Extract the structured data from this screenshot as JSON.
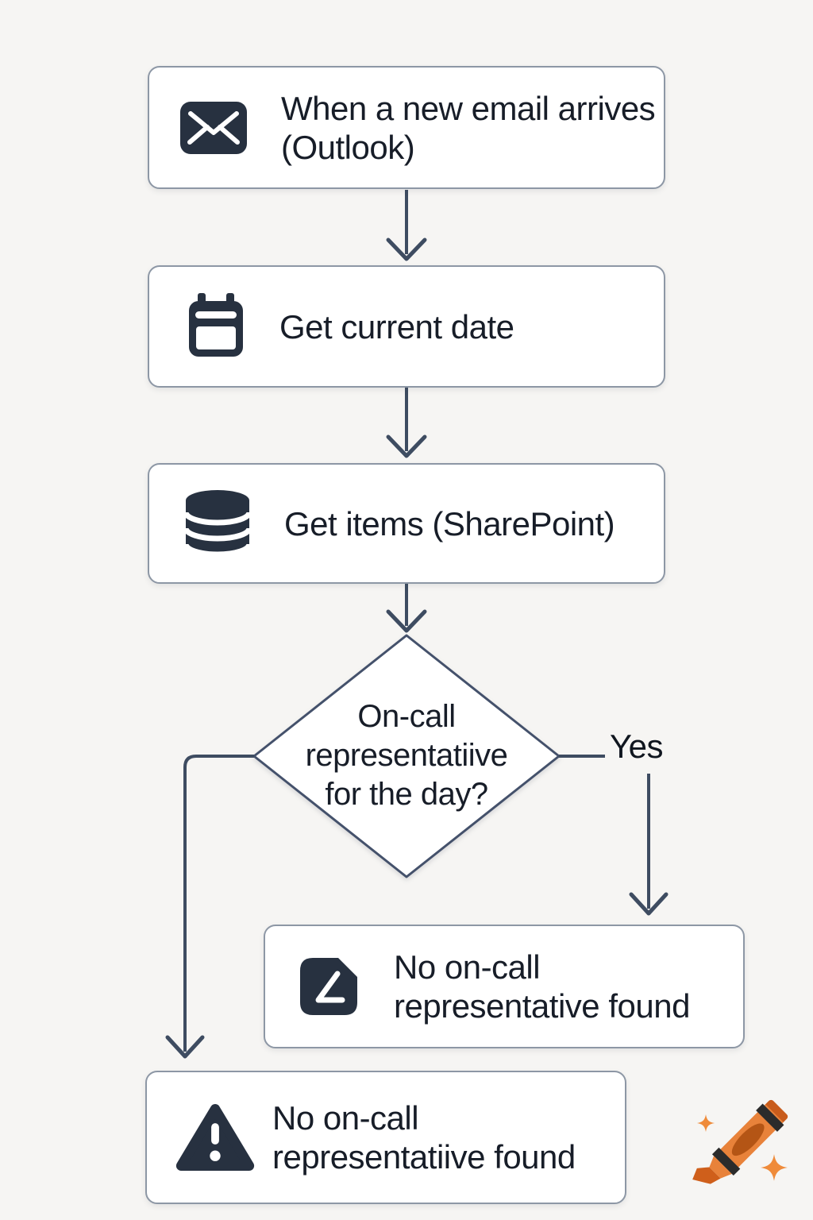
{
  "diagram": {
    "nodes": {
      "email_trigger": {
        "label": "When a new email arrives (Outlook)",
        "icon": "email-icon"
      },
      "get_current_date": {
        "label": "Get current date",
        "icon": "calendar-icon"
      },
      "get_items": {
        "label": "Get items (SharePoint)",
        "icon": "database-icon"
      },
      "decision": {
        "line1": "On-call",
        "line2": "representatiive",
        "line3": "for the day?"
      },
      "rep_found": {
        "label": "No on-call representative found",
        "icon": "angle-icon"
      },
      "rep_not_found": {
        "label": "No on-call representatiive found",
        "icon": "warning-icon"
      }
    },
    "edge_labels": {
      "yes": "Yes"
    }
  },
  "colors": {
    "background": "#f6f5f3",
    "node_fill": "#ffffff",
    "node_border": "#8d97a5",
    "connector": "#3e4c61",
    "icon_fill": "#273140",
    "text": "#171d28",
    "crayon_body": "#e8823a",
    "crayon_oval": "#b45515",
    "crayon_tip": "#cf5f1b",
    "crayon_stripe": "#2b2b2b",
    "sparkle": "#ef8b3a"
  }
}
